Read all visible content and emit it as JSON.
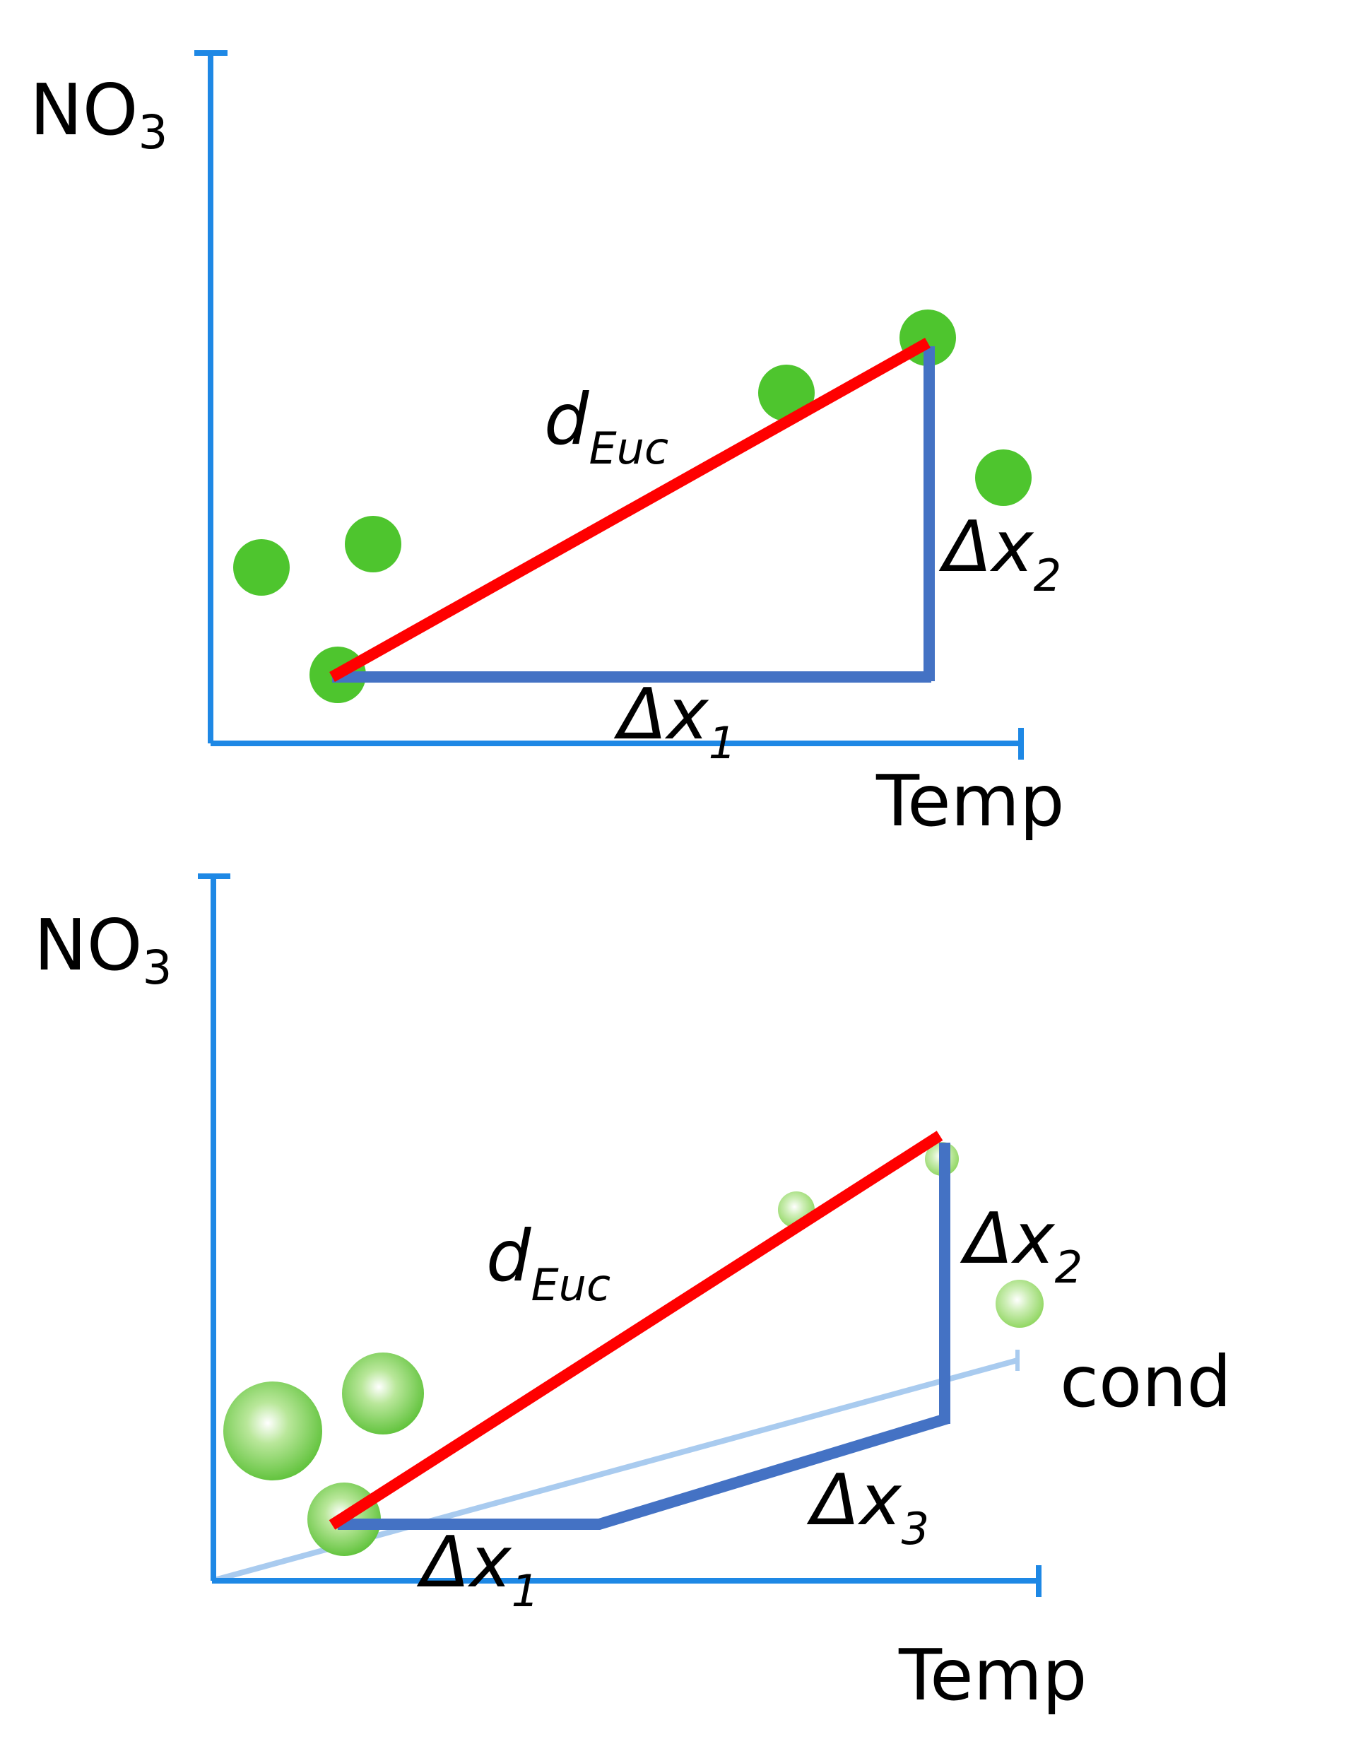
{
  "colors": {
    "axis": "#1e88e5",
    "axis_faint": "#a9cbef",
    "distance": "#ff0000",
    "delta": "#4472c4",
    "point": "#4ec52e",
    "point_light": "#8fd65f"
  },
  "panel_2d": {
    "y_axis_label": {
      "main": "NO",
      "sub": "3"
    },
    "x_axis_label": "Temp",
    "distance_label": {
      "main": "d",
      "sub": "Euc"
    },
    "delta_x1": {
      "main": "Δx",
      "sub": "1"
    },
    "delta_x2": {
      "main": "Δx",
      "sub": "2"
    }
  },
  "panel_3d": {
    "y_axis_label": {
      "main": "NO",
      "sub": "3"
    },
    "x_axis_label": "Temp",
    "z_axis_label": "cond",
    "distance_label": {
      "main": "d",
      "sub": "Euc"
    },
    "delta_x1": {
      "main": "Δx",
      "sub": "1"
    },
    "delta_x2": {
      "main": "Δx",
      "sub": "2"
    },
    "delta_x3": {
      "main": "Δx",
      "sub": "3"
    }
  }
}
